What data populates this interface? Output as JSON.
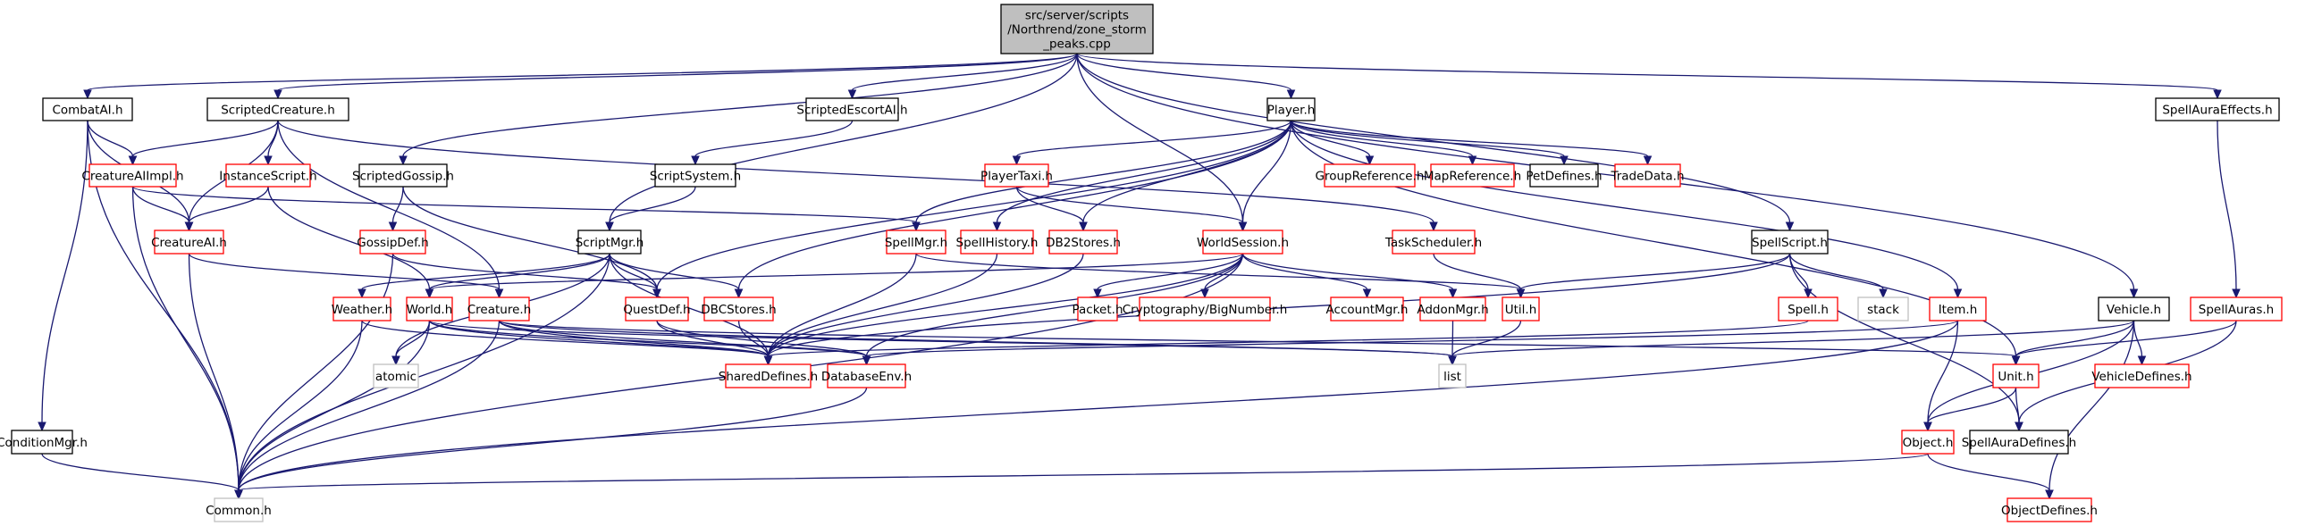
{
  "title": "Include dependency graph for zone_storm_peaks.cpp",
  "colors": {
    "edge": "#191970",
    "root_fill": "#bfbfbf",
    "documented_border": "#000000",
    "undocumented_border": "#ff0000",
    "external_border": "#bfbfbf"
  },
  "nodes": [
    {
      "id": "root",
      "label": [
        "src/server/scripts",
        "/Northrend/zone_storm",
        "_peaks.cpp"
      ],
      "kind": "root"
    },
    {
      "id": "CombatAI",
      "label": [
        "CombatAI.h"
      ],
      "kind": "documented"
    },
    {
      "id": "ScriptedCreature",
      "label": [
        "ScriptedCreature.h"
      ],
      "kind": "documented"
    },
    {
      "id": "ScriptedEscortAI",
      "label": [
        "ScriptedEscortAI.h"
      ],
      "kind": "documented"
    },
    {
      "id": "Player",
      "label": [
        "Player.h"
      ],
      "kind": "documented"
    },
    {
      "id": "SpellAuraEffects",
      "label": [
        "SpellAuraEffects.h"
      ],
      "kind": "documented"
    },
    {
      "id": "CreatureAIImpl",
      "label": [
        "CreatureAIImpl.h"
      ],
      "kind": "undocumented"
    },
    {
      "id": "InstanceScript",
      "label": [
        "InstanceScript.h"
      ],
      "kind": "undocumented"
    },
    {
      "id": "ScriptedGossip",
      "label": [
        "ScriptedGossip.h"
      ],
      "kind": "documented"
    },
    {
      "id": "ScriptSystem",
      "label": [
        "ScriptSystem.h"
      ],
      "kind": "documented"
    },
    {
      "id": "PlayerTaxi",
      "label": [
        "PlayerTaxi.h"
      ],
      "kind": "undocumented"
    },
    {
      "id": "GroupReference",
      "label": [
        "GroupReference.h"
      ],
      "kind": "undocumented"
    },
    {
      "id": "MapReference",
      "label": [
        "MapReference.h"
      ],
      "kind": "undocumented"
    },
    {
      "id": "PetDefines",
      "label": [
        "PetDefines.h"
      ],
      "kind": "documented"
    },
    {
      "id": "TradeData",
      "label": [
        "TradeData.h"
      ],
      "kind": "undocumented"
    },
    {
      "id": "CreatureAI",
      "label": [
        "CreatureAI.h"
      ],
      "kind": "undocumented"
    },
    {
      "id": "GossipDef",
      "label": [
        "GossipDef.h"
      ],
      "kind": "undocumented"
    },
    {
      "id": "ScriptMgr",
      "label": [
        "ScriptMgr.h"
      ],
      "kind": "documented"
    },
    {
      "id": "SpellMgr",
      "label": [
        "SpellMgr.h"
      ],
      "kind": "undocumented"
    },
    {
      "id": "SpellHistory",
      "label": [
        "SpellHistory.h"
      ],
      "kind": "undocumented"
    },
    {
      "id": "DB2Stores",
      "label": [
        "DB2Stores.h"
      ],
      "kind": "undocumented"
    },
    {
      "id": "WorldSession",
      "label": [
        "WorldSession.h"
      ],
      "kind": "undocumented"
    },
    {
      "id": "TaskScheduler",
      "label": [
        "TaskScheduler.h"
      ],
      "kind": "undocumented"
    },
    {
      "id": "SpellScript",
      "label": [
        "SpellScript.h"
      ],
      "kind": "documented"
    },
    {
      "id": "Weather",
      "label": [
        "Weather.h"
      ],
      "kind": "undocumented"
    },
    {
      "id": "World",
      "label": [
        "World.h"
      ],
      "kind": "undocumented"
    },
    {
      "id": "Creature",
      "label": [
        "Creature.h"
      ],
      "kind": "undocumented"
    },
    {
      "id": "QuestDef",
      "label": [
        "QuestDef.h"
      ],
      "kind": "undocumented"
    },
    {
      "id": "DBCStores",
      "label": [
        "DBCStores.h"
      ],
      "kind": "undocumented"
    },
    {
      "id": "Packet",
      "label": [
        "Packet.h"
      ],
      "kind": "undocumented"
    },
    {
      "id": "BigNumber",
      "label": [
        "Cryptography/BigNumber.h"
      ],
      "kind": "undocumented"
    },
    {
      "id": "AccountMgr",
      "label": [
        "AccountMgr.h"
      ],
      "kind": "undocumented"
    },
    {
      "id": "AddonMgr",
      "label": [
        "AddonMgr.h"
      ],
      "kind": "undocumented"
    },
    {
      "id": "Util",
      "label": [
        "Util.h"
      ],
      "kind": "undocumented"
    },
    {
      "id": "Spell",
      "label": [
        "Spell.h"
      ],
      "kind": "undocumented"
    },
    {
      "id": "stack",
      "label": [
        "stack"
      ],
      "kind": "external"
    },
    {
      "id": "Item",
      "label": [
        "Item.h"
      ],
      "kind": "undocumented"
    },
    {
      "id": "Vehicle",
      "label": [
        "Vehicle.h"
      ],
      "kind": "documented"
    },
    {
      "id": "SpellAuras",
      "label": [
        "SpellAuras.h"
      ],
      "kind": "undocumented"
    },
    {
      "id": "atomic",
      "label": [
        "atomic"
      ],
      "kind": "external"
    },
    {
      "id": "SharedDefines",
      "label": [
        "SharedDefines.h"
      ],
      "kind": "undocumented"
    },
    {
      "id": "DatabaseEnv",
      "label": [
        "DatabaseEnv.h"
      ],
      "kind": "undocumented"
    },
    {
      "id": "list",
      "label": [
        "list"
      ],
      "kind": "external"
    },
    {
      "id": "Unit",
      "label": [
        "Unit.h"
      ],
      "kind": "undocumented"
    },
    {
      "id": "VehicleDefines",
      "label": [
        "VehicleDefines.h"
      ],
      "kind": "undocumented"
    },
    {
      "id": "ConditionMgr",
      "label": [
        "ConditionMgr.h"
      ],
      "kind": "documented"
    },
    {
      "id": "Object",
      "label": [
        "Object.h"
      ],
      "kind": "undocumented"
    },
    {
      "id": "SpellAuraDefines",
      "label": [
        "SpellAuraDefines.h"
      ],
      "kind": "documented"
    },
    {
      "id": "Common",
      "label": [
        "Common.h"
      ],
      "kind": "external"
    },
    {
      "id": "ObjectDefines",
      "label": [
        "ObjectDefines.h"
      ],
      "kind": "undocumented"
    }
  ],
  "edges": [
    [
      "root",
      "CombatAI"
    ],
    [
      "root",
      "ScriptedCreature"
    ],
    [
      "root",
      "ScriptedEscortAI"
    ],
    [
      "root",
      "Player"
    ],
    [
      "root",
      "SpellAuraEffects"
    ],
    [
      "root",
      "ScriptedGossip"
    ],
    [
      "root",
      "ScriptMgr"
    ],
    [
      "root",
      "WorldSession"
    ],
    [
      "root",
      "SpellScript"
    ],
    [
      "root",
      "Vehicle"
    ],
    [
      "CombatAI",
      "CreatureAIImpl"
    ],
    [
      "CombatAI",
      "CreatureAI"
    ],
    [
      "CombatAI",
      "ConditionMgr"
    ],
    [
      "CombatAI",
      "Common"
    ],
    [
      "ScriptedCreature",
      "CreatureAIImpl"
    ],
    [
      "ScriptedCreature",
      "InstanceScript"
    ],
    [
      "ScriptedCreature",
      "CreatureAI"
    ],
    [
      "ScriptedCreature",
      "Creature"
    ],
    [
      "ScriptedCreature",
      "TaskScheduler"
    ],
    [
      "ScriptedEscortAI",
      "ScriptSystem"
    ],
    [
      "ScriptSystem",
      "ScriptMgr"
    ],
    [
      "CreatureAIImpl",
      "CreatureAI"
    ],
    [
      "CreatureAIImpl",
      "SpellMgr"
    ],
    [
      "CreatureAIImpl",
      "Common"
    ],
    [
      "InstanceScript",
      "CreatureAI"
    ],
    [
      "InstanceScript",
      "World"
    ],
    [
      "ScriptedGossip",
      "GossipDef"
    ],
    [
      "ScriptedGossip",
      "QuestDef"
    ],
    [
      "CreatureAI",
      "Creature"
    ],
    [
      "CreatureAI",
      "Common"
    ],
    [
      "GossipDef",
      "QuestDef"
    ],
    [
      "GossipDef",
      "Common"
    ],
    [
      "ScriptMgr",
      "Weather"
    ],
    [
      "ScriptMgr",
      "World"
    ],
    [
      "ScriptMgr",
      "QuestDef"
    ],
    [
      "ScriptMgr",
      "DBCStores"
    ],
    [
      "ScriptMgr",
      "SharedDefines"
    ],
    [
      "ScriptMgr",
      "atomic"
    ],
    [
      "ScriptMgr",
      "Common"
    ],
    [
      "Player",
      "PlayerTaxi"
    ],
    [
      "Player",
      "GroupReference"
    ],
    [
      "Player",
      "MapReference"
    ],
    [
      "Player",
      "PetDefines"
    ],
    [
      "Player",
      "TradeData"
    ],
    [
      "Player",
      "SpellMgr"
    ],
    [
      "Player",
      "SpellHistory"
    ],
    [
      "Player",
      "DB2Stores"
    ],
    [
      "Player",
      "WorldSession"
    ],
    [
      "Player",
      "QuestDef"
    ],
    [
      "Player",
      "DBCStores"
    ],
    [
      "Player",
      "Item"
    ],
    [
      "Player",
      "Unit"
    ],
    [
      "PlayerTaxi",
      "DB2Stores"
    ],
    [
      "PlayerTaxi",
      "WorldSession"
    ],
    [
      "SpellMgr",
      "SharedDefines"
    ],
    [
      "SpellMgr",
      "Util"
    ],
    [
      "SpellHistory",
      "SharedDefines"
    ],
    [
      "DB2Stores",
      "SharedDefines"
    ],
    [
      "WorldSession",
      "Packet"
    ],
    [
      "WorldSession",
      "BigNumber"
    ],
    [
      "WorldSession",
      "AccountMgr"
    ],
    [
      "WorldSession",
      "AddonMgr"
    ],
    [
      "WorldSession",
      "World"
    ],
    [
      "WorldSession",
      "SharedDefines"
    ],
    [
      "WorldSession",
      "DatabaseEnv"
    ],
    [
      "WorldSession",
      "Common"
    ],
    [
      "TaskScheduler",
      "Util"
    ],
    [
      "SpellScript",
      "Util"
    ],
    [
      "SpellScript",
      "Spell"
    ],
    [
      "SpellScript",
      "stack"
    ],
    [
      "SpellScript",
      "SharedDefines"
    ],
    [
      "SpellScript",
      "SpellAuraDefines"
    ],
    [
      "Weather",
      "SharedDefines"
    ],
    [
      "Weather",
      "Common"
    ],
    [
      "World",
      "atomic"
    ],
    [
      "World",
      "SharedDefines"
    ],
    [
      "World",
      "DatabaseEnv"
    ],
    [
      "World",
      "Common"
    ],
    [
      "World",
      "list"
    ],
    [
      "Creature",
      "SharedDefines"
    ],
    [
      "Creature",
      "DatabaseEnv"
    ],
    [
      "Creature",
      "Unit"
    ],
    [
      "Creature",
      "Common"
    ],
    [
      "Creature",
      "list"
    ],
    [
      "QuestDef",
      "SharedDefines"
    ],
    [
      "QuestDef",
      "DatabaseEnv"
    ],
    [
      "DBCStores",
      "SharedDefines"
    ],
    [
      "AddonMgr",
      "list"
    ],
    [
      "Util",
      "list"
    ],
    [
      "Spell",
      "SharedDefines"
    ],
    [
      "Item",
      "DatabaseEnv"
    ],
    [
      "Item",
      "Object"
    ],
    [
      "Item",
      "Common"
    ],
    [
      "Vehicle",
      "Unit"
    ],
    [
      "Vehicle",
      "VehicleDefines"
    ],
    [
      "Vehicle",
      "Object"
    ],
    [
      "Vehicle",
      "ObjectDefines"
    ],
    [
      "Vehicle",
      "list"
    ],
    [
      "SpellAuraEffects",
      "SpellAuras"
    ],
    [
      "SpellAuras",
      "Unit"
    ],
    [
      "SpellAuras",
      "SpellAuraDefines"
    ],
    [
      "Unit",
      "Object"
    ],
    [
      "Unit",
      "SpellAuraDefines"
    ],
    [
      "DatabaseEnv",
      "Common"
    ],
    [
      "ConditionMgr",
      "Common"
    ],
    [
      "Object",
      "ObjectDefines"
    ],
    [
      "Object",
      "Common"
    ]
  ]
}
